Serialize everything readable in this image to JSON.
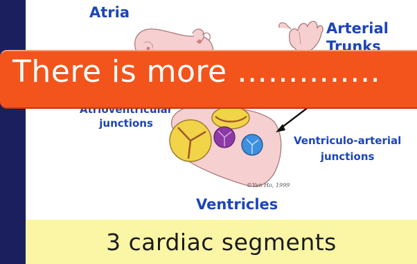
{
  "labels": {
    "atria": "Atria",
    "arterial_line1": "Arterial",
    "arterial_line2": "Trunks",
    "av_line1": "Atrioventricular",
    "av_line2": "junctions",
    "va_line1": "Ventriculo-arterial",
    "va_line2": "junctions",
    "ventricles": "Ventricles"
  },
  "credit": "©Yen Ho, 1999",
  "banner": {
    "text": "There is more ………….."
  },
  "footer": {
    "title": "3 cardiac segments"
  },
  "colors": {
    "left_bar": "#1c1f5e",
    "label_blue": "#1c45b8",
    "banner_orange": "#f2541b",
    "footer_yellow": "#fbf6a6",
    "heart_pink": "#f6cfd0"
  },
  "icons": [
    "atria-illustration",
    "arterial-trunks-illustration",
    "ventricles-illustration",
    "pointer-arrow"
  ]
}
